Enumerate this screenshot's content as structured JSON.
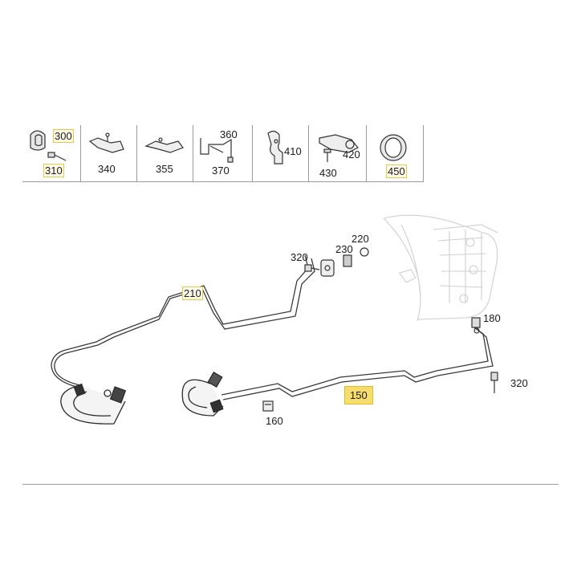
{
  "parts_strip": {
    "cells": [
      {
        "labels": [
          "300",
          "310"
        ]
      },
      {
        "labels": [
          "340"
        ]
      },
      {
        "labels": [
          "355"
        ]
      },
      {
        "labels": [
          "360",
          "370"
        ]
      },
      {
        "labels": [
          "410"
        ]
      },
      {
        "labels": [
          "420",
          "430"
        ]
      },
      {
        "labels": [
          "450"
        ]
      }
    ]
  },
  "callouts": {
    "c210": "210",
    "c320_top": "320",
    "c230": "230",
    "c220": "220",
    "c180": "180",
    "c320_right": "320",
    "c150": "150",
    "c160": "160"
  },
  "highlighted_callouts": [
    "300",
    "310",
    "450",
    "210",
    "150"
  ]
}
